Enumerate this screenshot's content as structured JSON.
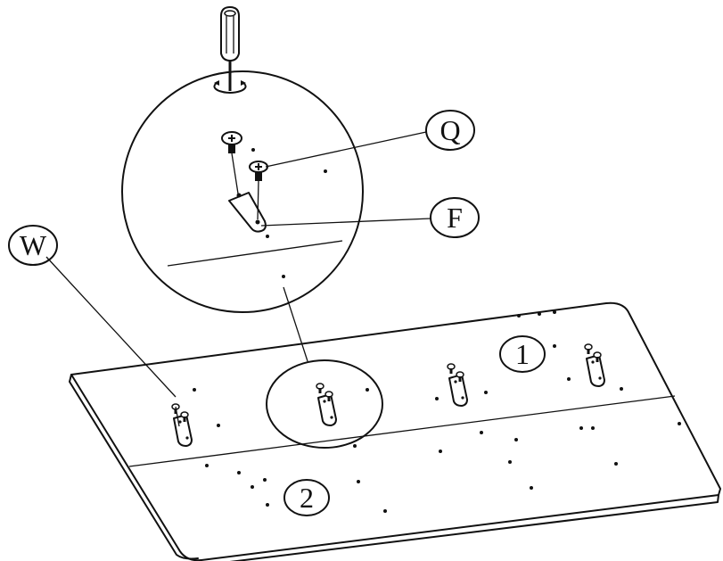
{
  "callouts": {
    "q": "Q",
    "f": "F",
    "w": "W",
    "panel_1": "1",
    "panel_2": "2"
  },
  "icons": [
    "screwdriver-icon",
    "rotation-arrow-icon"
  ],
  "colors": {
    "ink": "#111111",
    "background": "#ffffff"
  }
}
